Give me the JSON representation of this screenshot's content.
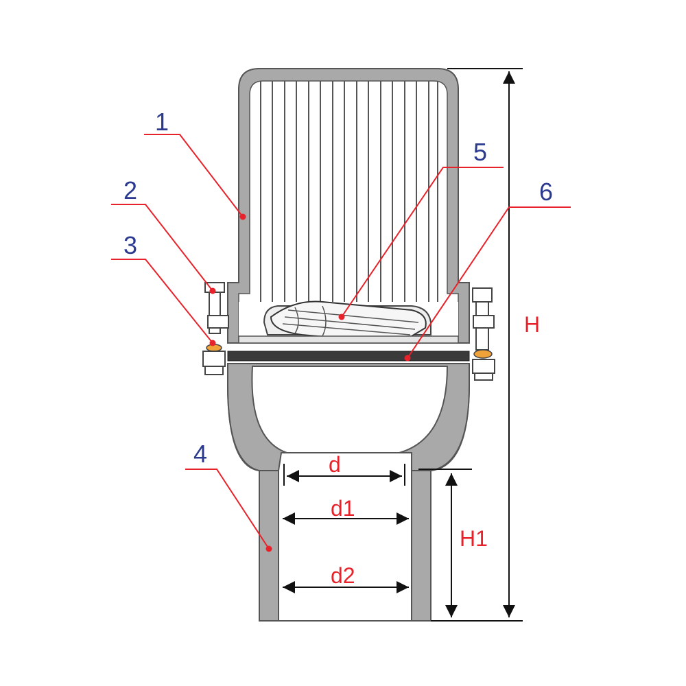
{
  "colors": {
    "body": "#5a5a5a",
    "body_fill": "#a9a9a9",
    "leader": "#e8222a",
    "callout": "#2b3a8f",
    "dimension": "#111111",
    "dim_label_red": "#e8222a",
    "washer": "#f0a23a"
  },
  "callouts": {
    "c1": "1",
    "c2": "2",
    "c3": "3",
    "c4": "4",
    "c5": "5",
    "c6": "6"
  },
  "dimensions": {
    "H": "H",
    "H1": "H1",
    "d": "d",
    "d1": "d1",
    "d2": "d2"
  }
}
